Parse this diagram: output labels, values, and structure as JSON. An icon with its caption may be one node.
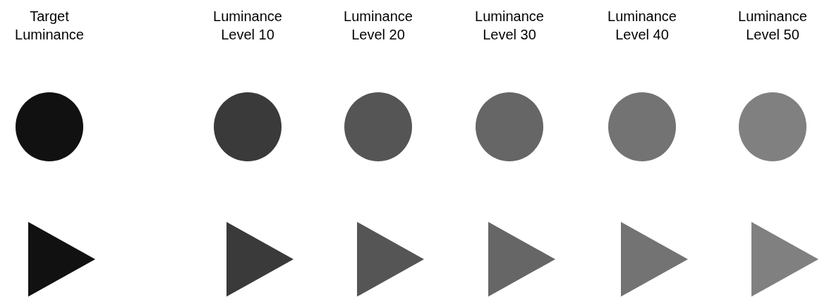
{
  "diagram": {
    "nodes": [
      {
        "text": [],
        "shape": "circle"
      },
      {
        "text": [],
        "shape": "circle"
      },
      {
        "text": [],
        "shape": "circle"
      },
      {
        "text": [],
        "shape": "circle"
      },
      {
        "text": [],
        "shape": "circle"
      },
      {
        "text": [],
        "shape": "circle"
      },
      {
        "text": [],
        "shape": "triangle"
      },
      {
        "text": [],
        "shape": "triangle"
      },
      {
        "text": [],
        "shape": "triangle"
      },
      {
        "text": [],
        "shape": "triangle"
      },
      {
        "text": [],
        "shape": "triangle"
      },
      {
        "text": [],
        "shape": "triangle"
      }
    ],
    "labels": [
      "Target Luminance",
      "Luminance Level 10",
      "Luminance Level 20",
      "Luminance Level 30",
      "Luminance Level 40",
      "Luminance Level 50"
    ]
  }
}
